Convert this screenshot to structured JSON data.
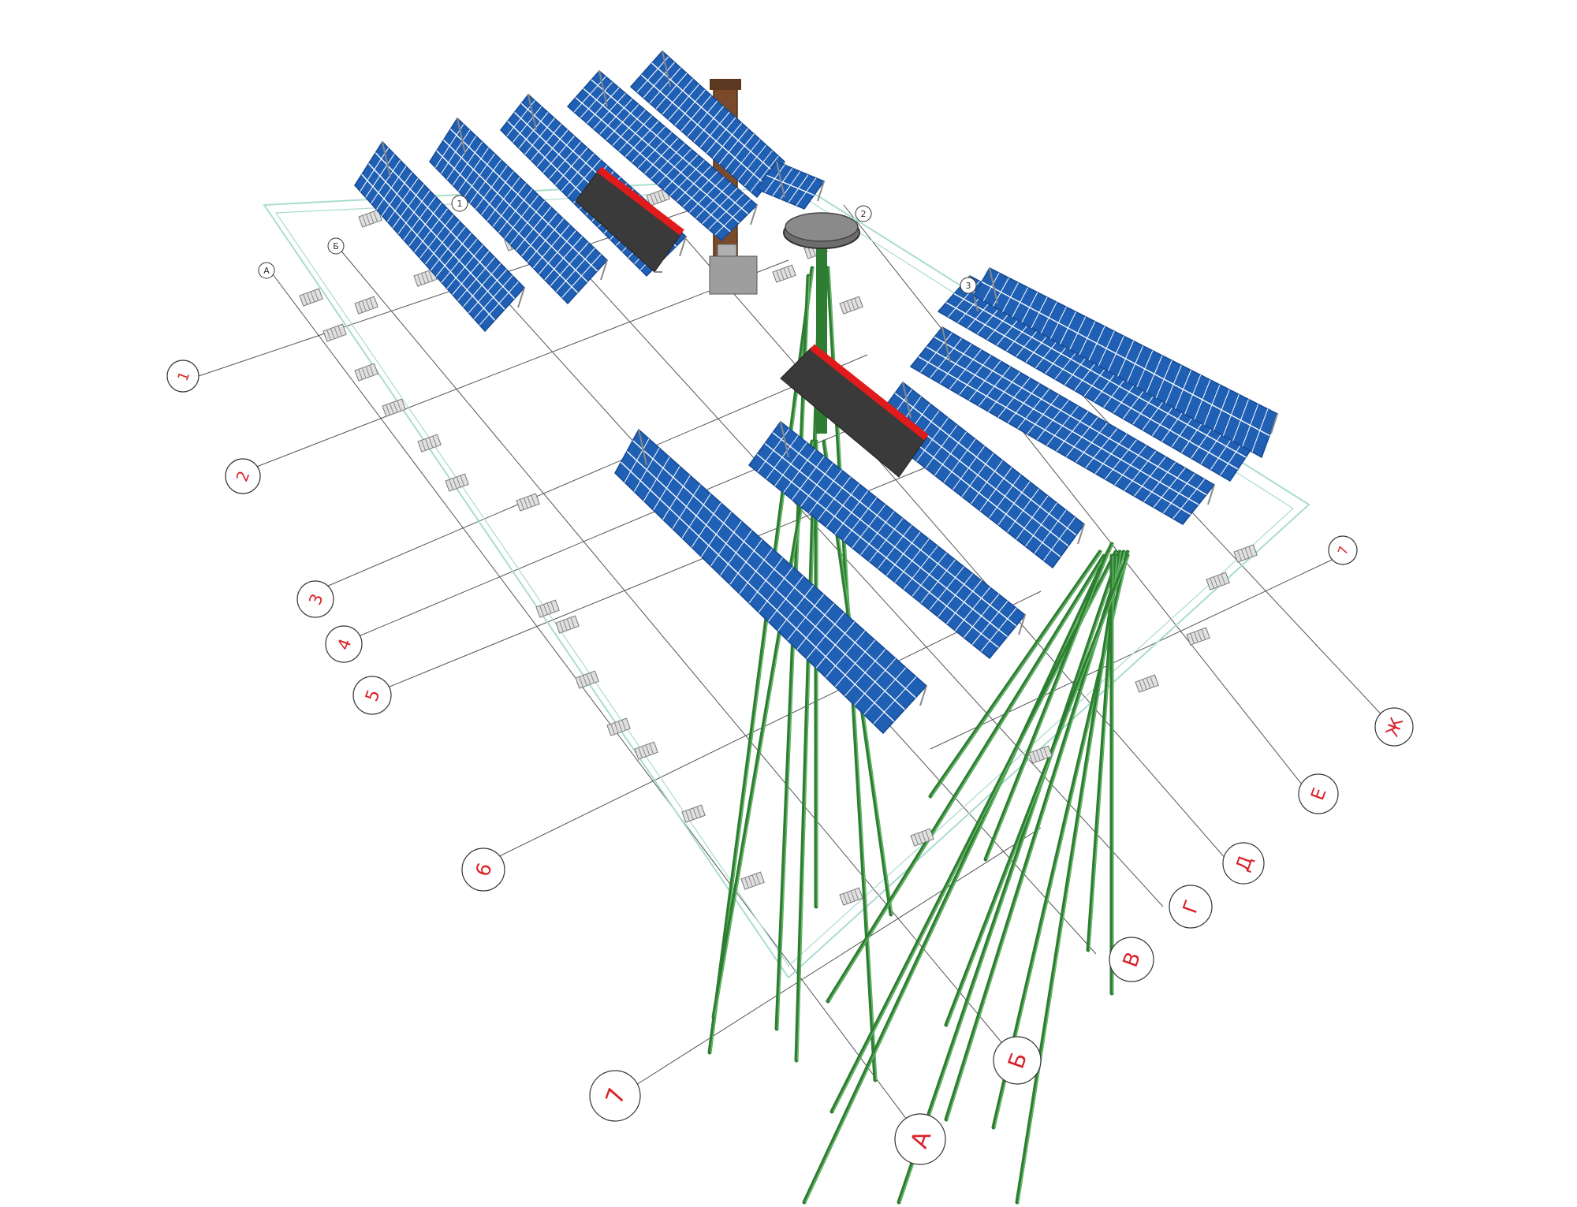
{
  "colors": {
    "background": "#ffffff",
    "panel_blue": "#1f5fb4",
    "panel_blue_dark": "#174a92",
    "panel_grid": "#ffffff",
    "collector_dark": "#3a3a3a",
    "collector_red": "#e11b1b",
    "pile_green": "#2e7d32",
    "slab_outline": "#a9dccf",
    "chimney_brown": "#7a4a2a",
    "tank_gray": "#9e9e9e",
    "label_red": "#d9232a",
    "line_gray": "#555555"
  },
  "axes_numeric": [
    "1",
    "2",
    "3",
    "4",
    "5",
    "6",
    "7"
  ],
  "axes_letter": [
    "А",
    "Б",
    "В",
    "Г",
    "Д",
    "Е",
    "Ж"
  ],
  "small_labels": [
    "А",
    "Б",
    "1",
    "2",
    "3"
  ]
}
